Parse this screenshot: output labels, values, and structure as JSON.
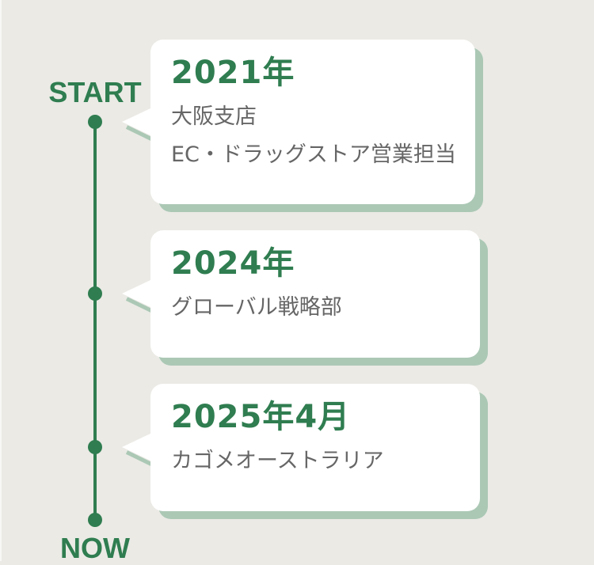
{
  "timeline": {
    "start_label": "START",
    "end_label": "NOW",
    "accent_color": "#2f7d50",
    "shadow_color": "#abc8b5",
    "background_color": "#ebeae5",
    "entries": [
      {
        "year": "2021年",
        "lines": [
          "大阪支店",
          "EC・ドラッグストア営業担当"
        ]
      },
      {
        "year": "2024年",
        "lines": [
          "グローバル戦略部"
        ]
      },
      {
        "year": "2025年4月",
        "lines": [
          "カゴメオーストラリア"
        ]
      }
    ]
  }
}
